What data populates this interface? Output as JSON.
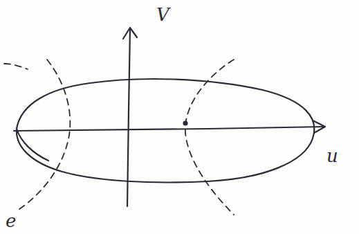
{
  "diagram": {
    "labels": [
      "V",
      "u",
      "e"
    ]
  }
}
